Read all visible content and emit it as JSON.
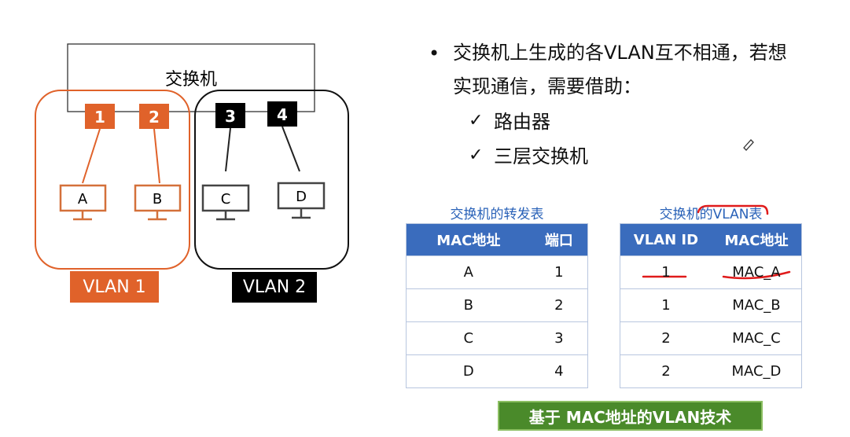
{
  "switch": {
    "label": "交换机"
  },
  "ports": [
    "1",
    "2",
    "3",
    "4"
  ],
  "hosts": [
    "A",
    "B",
    "C",
    "D"
  ],
  "vlans": [
    {
      "label": "VLAN 1",
      "color": "#e0622a"
    },
    {
      "label": "VLAN 2",
      "color": "#000000"
    }
  ],
  "bullet": {
    "line1": "交换机上生成的各VLAN互不相通，若想",
    "line2": "实现通信，需要借助：",
    "options": [
      "路由器",
      "三层交换机"
    ]
  },
  "forwarding_table": {
    "caption": "交换机的转发表",
    "headers": [
      "MAC地址",
      "端口"
    ],
    "rows": [
      [
        "A",
        "1"
      ],
      [
        "B",
        "2"
      ],
      [
        "C",
        "3"
      ],
      [
        "D",
        "4"
      ]
    ]
  },
  "vlan_table": {
    "caption": "交换机的VLAN表",
    "headers": [
      "VLAN ID",
      "MAC地址"
    ],
    "rows": [
      [
        "1",
        "MAC_A"
      ],
      [
        "1",
        "MAC_B"
      ],
      [
        "2",
        "MAC_C"
      ],
      [
        "2",
        "MAC_D"
      ]
    ]
  },
  "footer": {
    "label": "基于 MAC地址的VLAN技术"
  },
  "colors": {
    "accent_orange": "#e0622a",
    "table_header_blue": "#3a6cbd",
    "annotation_red": "#e01b1b",
    "footer_green": "#4a8a2a"
  }
}
